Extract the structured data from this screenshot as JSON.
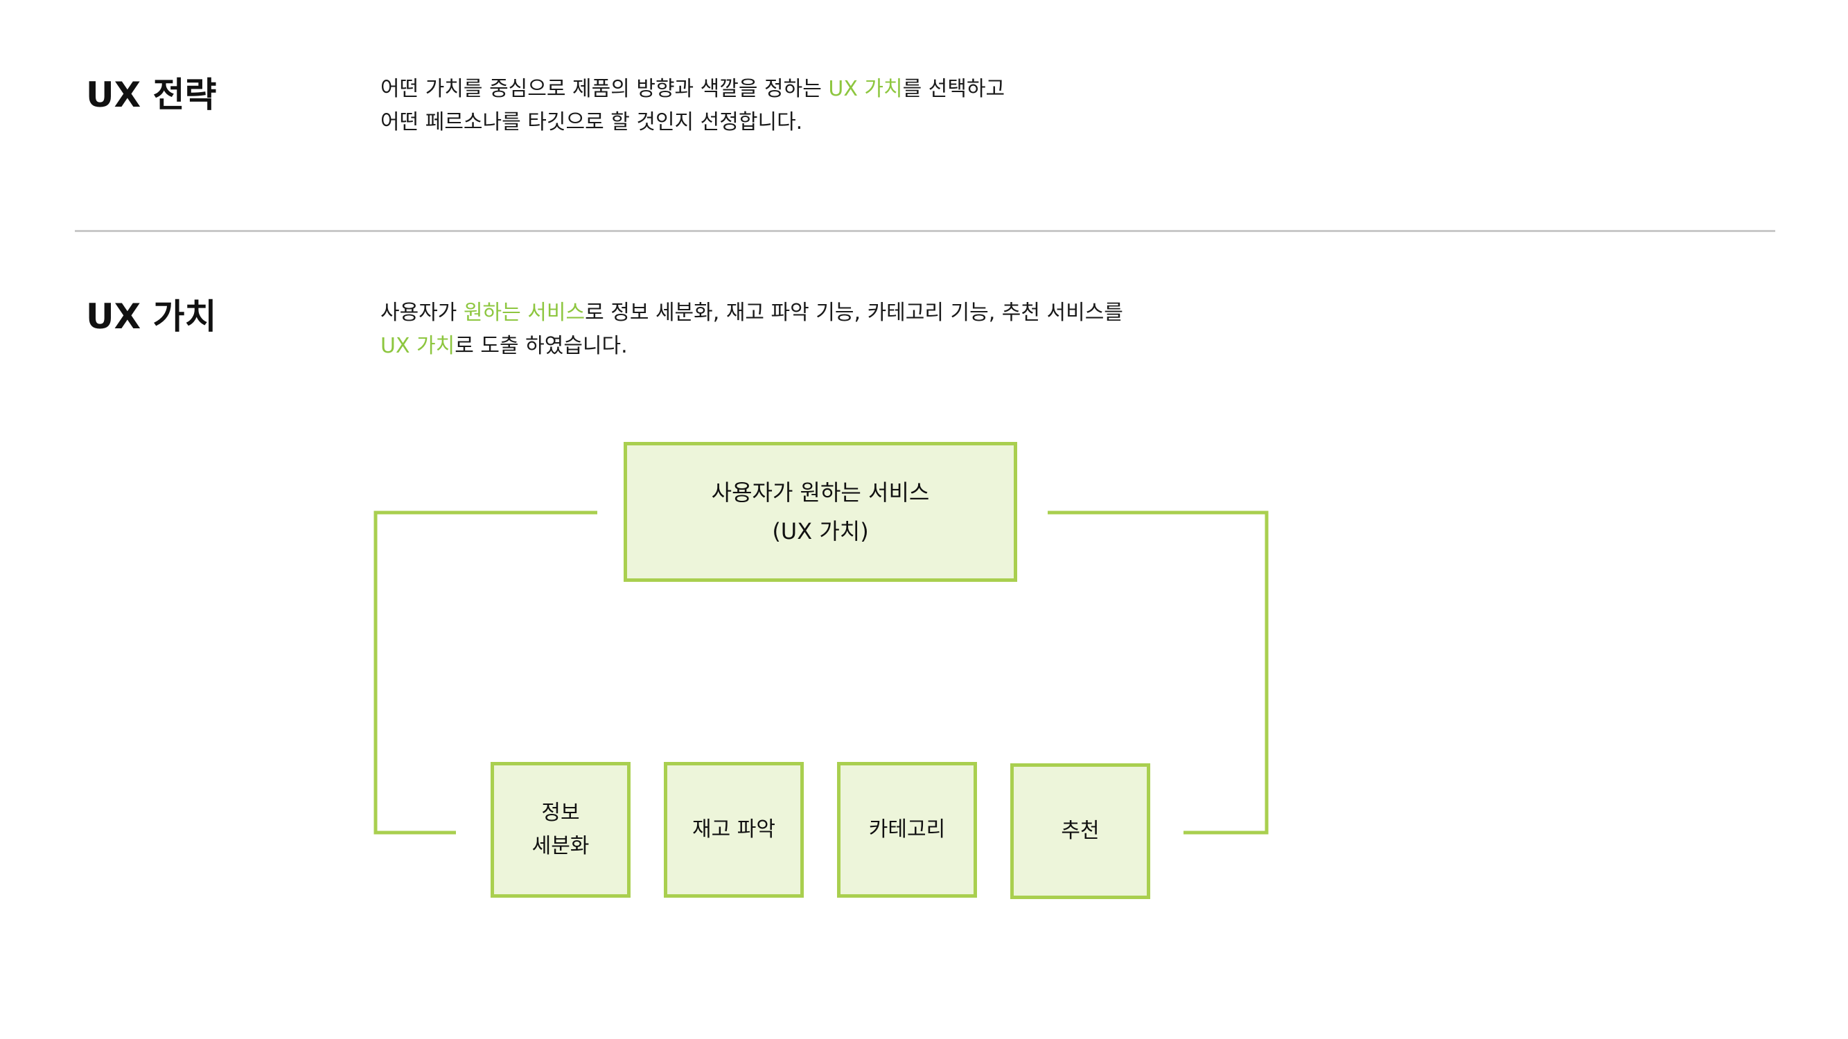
{
  "strategy": {
    "title": "UX 전략",
    "desc_line1_a": "어떤 가치를 중심으로 제품의 방향과 색깔을 정하는 ",
    "desc_line1_hl": "UX 가치",
    "desc_line1_b": "를 선택하고",
    "desc_line2": "어떤 페르소나를 타깃으로 할 것인지 선정합니다."
  },
  "value": {
    "title": "UX 가치",
    "desc_line1_a": "사용자가 ",
    "desc_line1_hl": "원하는 서비스",
    "desc_line1_b": "로 정보 세분화, 재고 파악 기능, 카테고리 기능, 추천 서비스를",
    "desc_line2_hl": "UX 가치",
    "desc_line2_b": "로 도출 하였습니다."
  },
  "diagram": {
    "top_box": {
      "line1": "사용자가 원하는 서비스",
      "line2": "(UX 가치)"
    },
    "boxes": [
      {
        "line1": "정보",
        "line2": "세분화"
      },
      {
        "line1": "재고 파악"
      },
      {
        "line1": "카테고리"
      },
      {
        "line1": "추천"
      }
    ]
  },
  "colors": {
    "accent": "#8dc63f",
    "box_fill": "#edf5da",
    "box_border": "#a9cf4f",
    "divider": "#c8c8c8"
  }
}
